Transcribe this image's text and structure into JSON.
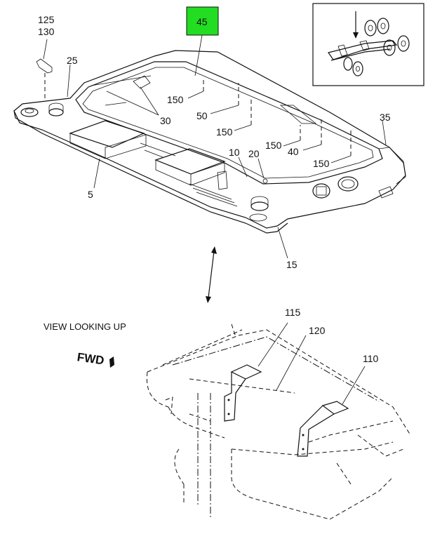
{
  "callouts": {
    "c125": "125",
    "c130": "130",
    "c25": "25",
    "c45": "45",
    "c150a": "150",
    "c30": "30",
    "c50": "50",
    "c150b": "150",
    "c35": "35",
    "c150c": "150",
    "c40": "40",
    "c150d": "150",
    "c10": "10",
    "c20": "20",
    "c5": "5",
    "c15": "15",
    "c115": "115",
    "c120": "120",
    "c110": "110"
  },
  "view_label": "VIEW LOOKING UP",
  "fwd_label": "FWD",
  "highlight_color": "#22dd22"
}
